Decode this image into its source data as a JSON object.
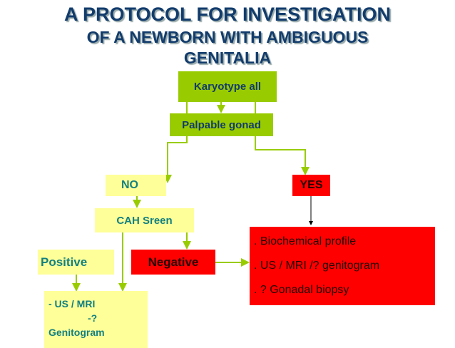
{
  "title": {
    "line1": "A PROTOCOL FOR INVESTIGATION",
    "line2": "OF A NEWBORN WITH AMBIGUOUS",
    "line3": "GENITALIA"
  },
  "nodes": {
    "karyotype": "Karyotype all",
    "palpable": "Palpable gonad",
    "no": "NO",
    "yes": "YES",
    "cah": "CAH Sreen",
    "positive": "Positive",
    "negative": "Negative",
    "us_line1": "- US / MRI",
    "us_line2": "-?",
    "us_line3": "Genitogram",
    "yes_items": [
      ". Biochemical profile",
      ". US / MRI /? genitogram",
      ". ? Gonadal biopsy"
    ]
  },
  "colors": {
    "green": "#99cc00",
    "yellow": "#ffff99",
    "red": "#ff0000",
    "title": "#123c6c"
  }
}
